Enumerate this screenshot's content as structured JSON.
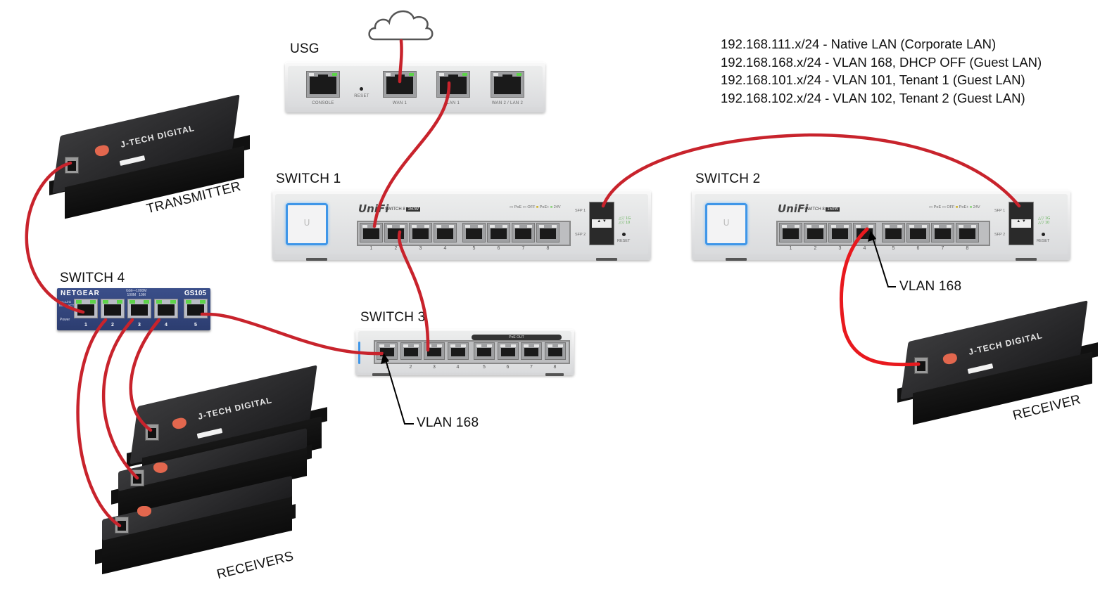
{
  "legend": {
    "lines": [
      "192.168.111.x/24 - Native LAN (Corporate LAN)",
      "192.168.168.x/24 - VLAN 168, DHCP OFF (Guest LAN)",
      "192.168.101.x/24 - VLAN 101, Tenant 1 (Guest LAN)",
      "192.168.102.x/24 - VLAN 102, Tenant 2 (Guest LAN)"
    ]
  },
  "cloud": {
    "icon": "cloud-icon"
  },
  "usg": {
    "title": "USG",
    "ports": [
      "CONSOLE",
      "WAN 1",
      "LAN 1",
      "WAN 2 / LAN 2"
    ],
    "reset_label": "RESET"
  },
  "switch1": {
    "title": "SWITCH 1",
    "brand": "UniFi",
    "model": "SWITCH 8",
    "model_badge": "150W",
    "port_numbers": [
      "1",
      "2",
      "3",
      "4",
      "5",
      "6",
      "7",
      "8"
    ],
    "sfp_labels": [
      "SFP 1",
      "SFP 2"
    ],
    "reset_label": "RESET"
  },
  "switch2": {
    "title": "SWITCH 2",
    "brand": "UniFi",
    "model": "SWITCH 8",
    "model_badge": "150W",
    "port_numbers": [
      "1",
      "2",
      "3",
      "4",
      "5",
      "6",
      "7",
      "8"
    ],
    "sfp_labels": [
      "SFP 1",
      "SFP 2"
    ],
    "reset_label": "RESET",
    "annotation": "VLAN 168"
  },
  "switch3": {
    "title": "SWITCH 3",
    "poe_label": "PoE OUT",
    "port_numbers": [
      "1",
      "2",
      "3",
      "4",
      "5",
      "6",
      "7",
      "8"
    ],
    "annotation": "VLAN 168"
  },
  "switch4": {
    "title": "SWITCH 4",
    "brand": "NETGEAR",
    "model": "GS105",
    "speed_legend": "Gbit—1000M\n100M   10M",
    "side_legend": "On=Link\nBlink=ACT",
    "power_label": "Power",
    "port_numbers": [
      "1",
      "2",
      "3",
      "4",
      "5"
    ]
  },
  "transmitter": {
    "label": "TRANSMITTER",
    "brand": "J-TECH DIGITAL"
  },
  "receiver_right": {
    "label": "RECEIVER",
    "brand": "J-TECH DIGITAL"
  },
  "receivers_stack": {
    "label": "RECEIVERS",
    "brand": "J-TECH DIGITAL",
    "count": 3
  },
  "colors": {
    "cable": "#c8232c",
    "cable_bright": "#e8191e",
    "unifi_blue": "#3f96e8",
    "netgear_blue": "#2f4178",
    "arrow": "#000000"
  },
  "connections": [
    {
      "from": "Cloud",
      "to": "USG WAN 1"
    },
    {
      "from": "USG LAN 1",
      "to": "Switch 1 port 1"
    },
    {
      "from": "Switch 1 SFP 1",
      "to": "Switch 2 SFP 1"
    },
    {
      "from": "Switch 1 port 2",
      "to": "Switch 3 port 3"
    },
    {
      "from": "Switch 3 port 1",
      "to": "Switch 4 port 5",
      "vlan": "VLAN 168"
    },
    {
      "from": "Switch 2 port 4",
      "to": "Receiver",
      "vlan": "VLAN 168"
    },
    {
      "from": "Switch 4 port 1",
      "to": "Transmitter"
    },
    {
      "from": "Switch 4 port 2",
      "to": "Receiver (bottom)"
    },
    {
      "from": "Switch 4 port 3",
      "to": "Receiver (middle)"
    },
    {
      "from": "Switch 4 port 4",
      "to": "Receiver (top)"
    }
  ]
}
